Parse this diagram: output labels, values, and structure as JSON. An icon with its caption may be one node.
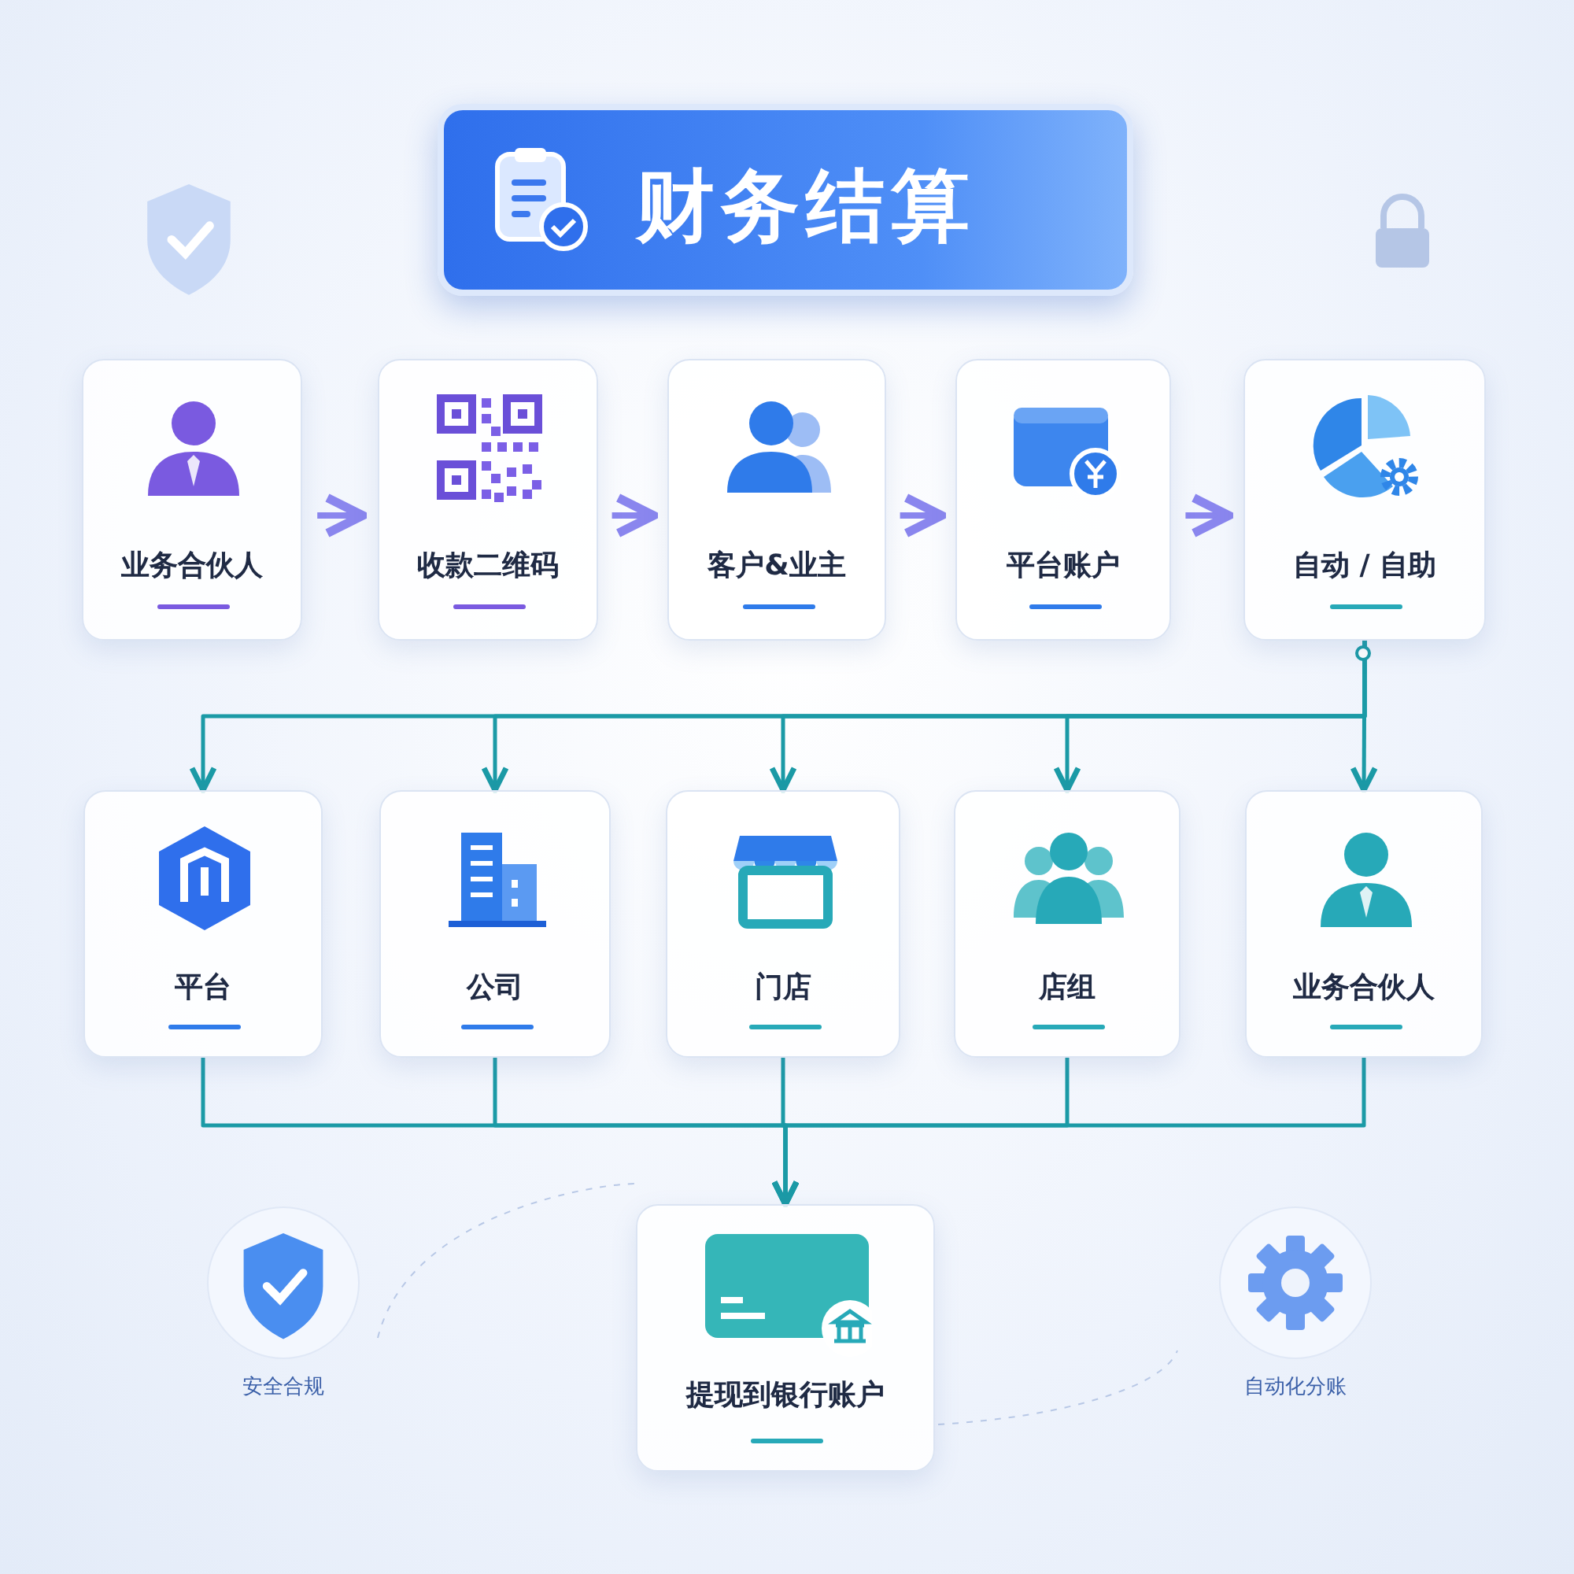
{
  "diagram": {
    "title": "财务结算",
    "nodes": [
      {
        "text": [
          "业务合伙人"
        ]
      },
      {
        "text": [
          "收款二维码"
        ]
      },
      {
        "text": [
          "客户&业主"
        ]
      },
      {
        "text": [
          "平台账户"
        ]
      },
      {
        "text": [
          "自动 / 自助"
        ]
      },
      {
        "text": [
          "平台"
        ]
      },
      {
        "text": [
          "公司"
        ]
      },
      {
        "text": [
          "门店"
        ]
      },
      {
        "text": [
          "店组"
        ]
      },
      {
        "text": [
          "业务合伙人"
        ]
      },
      {
        "text": [
          "提现到银行账户"
        ]
      }
    ],
    "edges": [
      {
        "from": 0,
        "to": 1,
        "arrow": "to",
        "color": "#8a86ee"
      },
      {
        "from": 1,
        "to": 2,
        "arrow": "to",
        "color": "#8a86ee"
      },
      {
        "from": 2,
        "to": 3,
        "arrow": "to",
        "color": "#8a86ee"
      },
      {
        "from": 3,
        "to": 4,
        "arrow": "to",
        "color": "#8a86ee"
      },
      {
        "from": 4,
        "to": 5,
        "arrow": "to"
      },
      {
        "from": 4,
        "to": 6,
        "arrow": "to"
      },
      {
        "from": 4,
        "to": 7,
        "arrow": "to"
      },
      {
        "from": 4,
        "to": 8,
        "arrow": "to"
      },
      {
        "from": 4,
        "to": 9,
        "arrow": "to"
      },
      {
        "from": 5,
        "to": 10,
        "arrow": "to"
      },
      {
        "from": 6,
        "to": 10,
        "arrow": "to"
      },
      {
        "from": 7,
        "to": 10,
        "arrow": "to"
      },
      {
        "from": 8,
        "to": 10,
        "arrow": "to"
      },
      {
        "from": 9,
        "to": 10,
        "arrow": "to"
      }
    ],
    "labels": [
      "安全合规",
      "自动化分账"
    ]
  }
}
